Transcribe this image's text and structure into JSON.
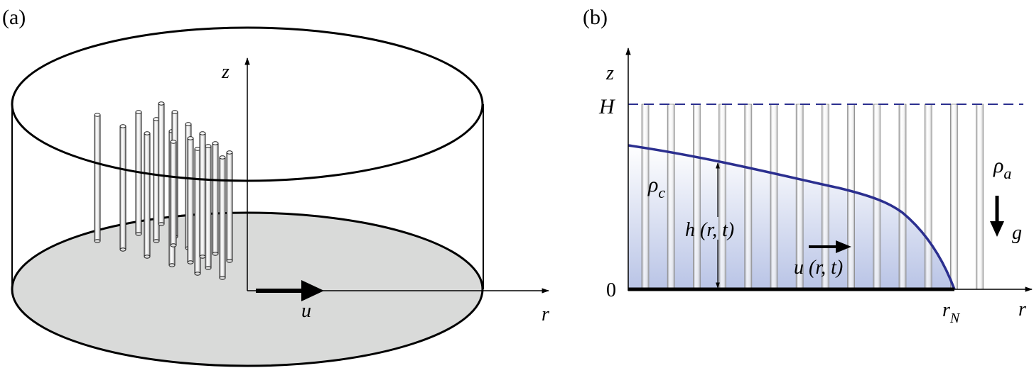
{
  "panel_a": {
    "label": "(a)",
    "z_label": "z",
    "r_label": "r",
    "u_label": "u"
  },
  "panel_b": {
    "label": "(b)",
    "z_label": "z",
    "H_label": "H",
    "zero_label": "0",
    "rho_c": "ρ",
    "rho_c_sub": "c",
    "rho_a": "ρ",
    "rho_a_sub": "a",
    "h_label": "h (r, t)",
    "u_label": "u (r, t)",
    "g_label": "g",
    "rN": "r",
    "rN_sub": "N",
    "r_label": "r"
  },
  "colors": {
    "current_curve": "#2b2f8f",
    "current_fill_top": "#ffffff",
    "current_fill_bottom": "#b9c4e6",
    "dashed_line": "#2b2f8f",
    "floor_gray": "#d9dad9"
  }
}
